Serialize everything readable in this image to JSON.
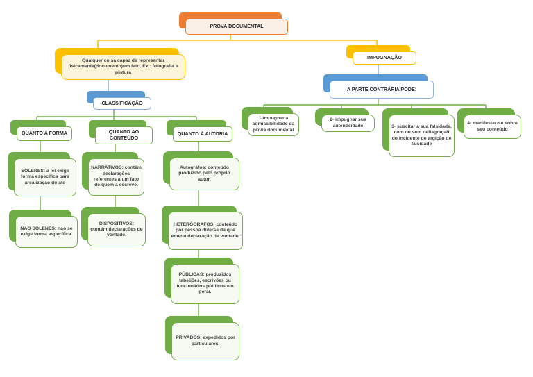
{
  "page": {
    "background": "#ffffff"
  },
  "palette": {
    "orange": "#ED7D31",
    "gold": "#FFC000",
    "blue": "#5B9BD5",
    "green": "#70AD47",
    "connector_blue": "#8FAFDC",
    "connector_gold": "#FFC000",
    "connector_green": "#70AD47"
  },
  "nodes": {
    "root": "PROVA DOCUMENTAL",
    "definition": "Qualquer coisa capaz de representar fisicamente(documento)um fato. Ex.: fotografia e pintura",
    "classificacao": "CLASSIFICAÇÃO",
    "impugnacao": "IMPUGNAÇÃO",
    "parte_contraria": "A PARTE CONTRÁRIA PODE:",
    "quanto_forma": "QUANTO A FORMA",
    "quanto_conteudo": "QUANTO AO CONTEÚDO",
    "quanto_autoria": "QUANTO À AUTORIA",
    "solenes": "SOLENES: a lei exige forma específica para arealização do ato",
    "nao_solenes": "NÃO SOLENES: nao se exige forma específica.",
    "narrativos": "NARRATIVOS: contém declarações referentes a um fato de quem a escreve.",
    "dispositivos": "DISPOSITIVOS: contém declarações de vontade.",
    "autografos": "Autográfos: conteúdo produzido pelo próprio autor.",
    "heterografos": "HETERÓGRAFOS: conteúdo por pessoa diversa da que emetiu declaração de vontade.",
    "publicas": "PÚBLICAS: produzidos tabeliões, escrivões ou funcionários públicos em geral.",
    "privados": "PRIVADOS: expedidos por particulares.",
    "impugnar_itens": {
      "item1": "1-impugnar a admissibilidade da prova documental",
      "item2": "2- impugnar sua autenticidade",
      "item3": "3- suscitar a sua falsidade, com ou sem deflagraçaõ do incidente de argição de falsidade",
      "item4": "4- manifestar-se sobre seu conteúdo"
    }
  }
}
